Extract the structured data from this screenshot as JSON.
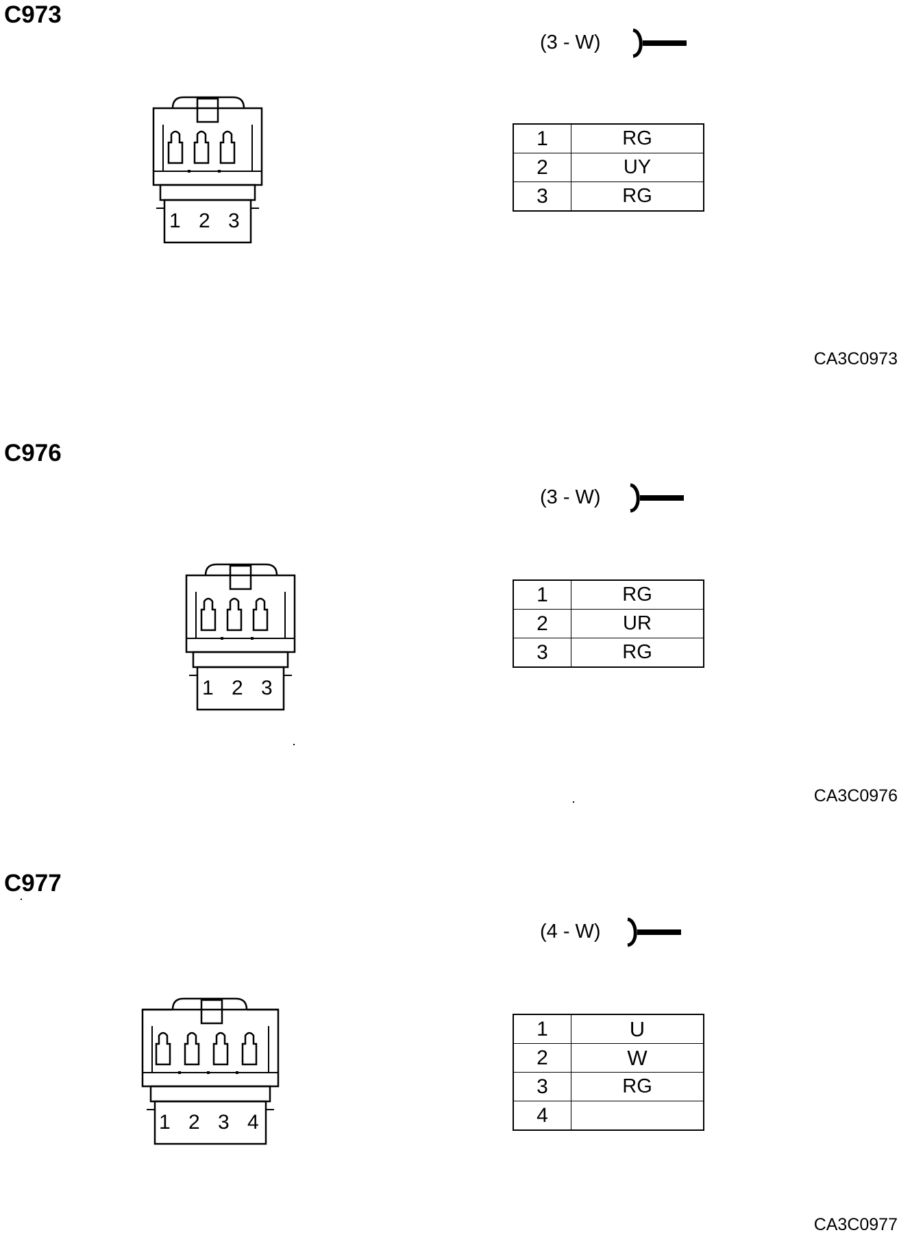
{
  "connectors": [
    {
      "id": "C973",
      "spec": "(3 - W)",
      "pin_labels": [
        "1",
        "2",
        "3"
      ],
      "pins": [
        {
          "pin": "1",
          "wire": "RG"
        },
        {
          "pin": "2",
          "wire": "UY"
        },
        {
          "pin": "3",
          "wire": "RG"
        }
      ],
      "code": "CA3C0973"
    },
    {
      "id": "C976",
      "spec": "(3 - W)",
      "pin_labels": [
        "1",
        "2",
        "3"
      ],
      "pins": [
        {
          "pin": "1",
          "wire": "RG"
        },
        {
          "pin": "2",
          "wire": "UR"
        },
        {
          "pin": "3",
          "wire": "RG"
        }
      ],
      "code": "CA3C0976"
    },
    {
      "id": "C977",
      "spec": "(4 - W)",
      "pin_labels": [
        "1",
        "2",
        "3",
        "4"
      ],
      "pins": [
        {
          "pin": "1",
          "wire": "U"
        },
        {
          "pin": "2",
          "wire": "W"
        },
        {
          "pin": "3",
          "wire": "RG"
        },
        {
          "pin": "4",
          "wire": ""
        }
      ],
      "code": "CA3C0977"
    }
  ]
}
